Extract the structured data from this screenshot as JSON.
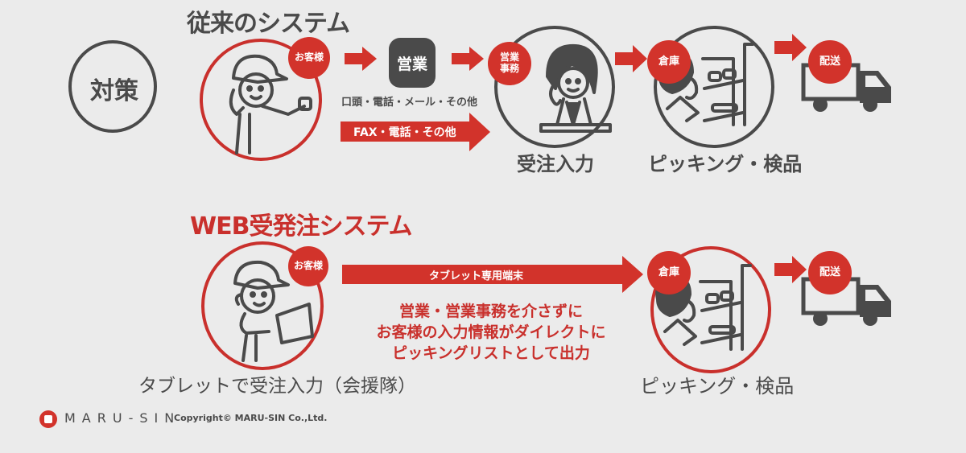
{
  "left_label": {
    "text": "対策"
  },
  "legacy": {
    "title": "従来のシステム",
    "customer_badge": "お客様",
    "sales_box": "営業",
    "sales_channels": "口頭・電話・メール・その他",
    "direct_arrow_label": "FAX・電話・その他",
    "sales_office_badge_line1": "営業",
    "sales_office_badge_line2": "事務",
    "order_entry_caption": "受注入力",
    "warehouse_badge": "倉庫",
    "picking_caption": "ピッキング・検品",
    "delivery_badge": "配送"
  },
  "web": {
    "title": "WEB受発注システム",
    "customer_badge": "お客様",
    "tablet_arrow_label": "タブレット専用端末",
    "description": [
      "営業・営業事務を介さずに",
      "お客様の入力情報がダイレクトに",
      "ピッキングリストとして出力"
    ],
    "customer_caption": "タブレットで受注入力（会援隊）",
    "warehouse_badge": "倉庫",
    "picking_caption": "ピッキング・検品",
    "delivery_badge": "配送"
  },
  "footer": {
    "logo_text": "MARU-SIN",
    "copyright": "Copyright© MARU-SIN Co.,Ltd."
  },
  "colors": {
    "accent_red": "#d2332b",
    "dark_gray": "#4a4a4a",
    "background": "#ebebeb"
  }
}
